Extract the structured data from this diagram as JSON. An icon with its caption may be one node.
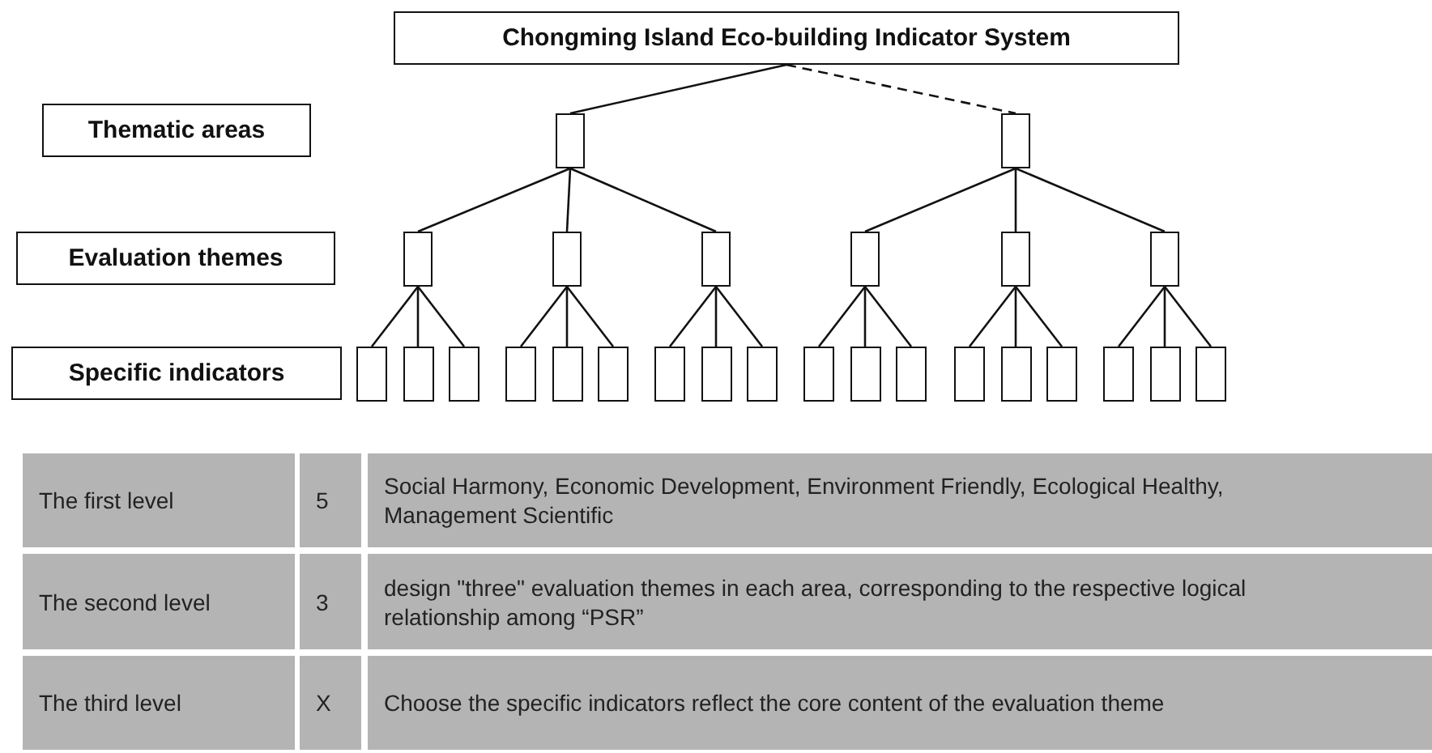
{
  "diagram": {
    "nodes": [
      {
        "text": [
          "Chongming Island Eco-building Indicator System"
        ]
      },
      {
        "text": [
          "Thematic areas"
        ]
      },
      {
        "text": [],
        "shape": "box"
      },
      {
        "text": [],
        "shape": "box"
      },
      {
        "text": [
          "Evaluation themes"
        ]
      },
      {
        "text": [],
        "shape": "box"
      },
      {
        "text": [],
        "shape": "box"
      },
      {
        "text": [],
        "shape": "box"
      },
      {
        "text": [],
        "shape": "box"
      },
      {
        "text": [],
        "shape": "box"
      },
      {
        "text": [],
        "shape": "box"
      },
      {
        "text": [
          "Specific indicators"
        ]
      },
      {
        "text": [],
        "shape": "box"
      },
      {
        "text": [],
        "shape": "box"
      },
      {
        "text": [],
        "shape": "box"
      },
      {
        "text": [],
        "shape": "box"
      },
      {
        "text": [],
        "shape": "box"
      },
      {
        "text": [],
        "shape": "box"
      },
      {
        "text": [],
        "shape": "box"
      },
      {
        "text": [],
        "shape": "box"
      },
      {
        "text": [],
        "shape": "box"
      },
      {
        "text": [],
        "shape": "box"
      },
      {
        "text": [],
        "shape": "box"
      },
      {
        "text": [],
        "shape": "box"
      },
      {
        "text": [],
        "shape": "box"
      },
      {
        "text": [],
        "shape": "box"
      },
      {
        "text": [],
        "shape": "box"
      },
      {
        "text": [],
        "shape": "box"
      },
      {
        "text": [],
        "shape": "box"
      },
      {
        "text": [],
        "shape": "box"
      }
    ],
    "edges": [
      {
        "from": 0,
        "to": 2,
        "arrow": "none"
      },
      {
        "from": 0,
        "to": 3,
        "arrow": "none",
        "style": "dashed"
      },
      {
        "from": 2,
        "to": 5,
        "arrow": "none"
      },
      {
        "from": 2,
        "to": 6,
        "arrow": "none"
      },
      {
        "from": 2,
        "to": 7,
        "arrow": "none"
      },
      {
        "from": 3,
        "to": 8,
        "arrow": "none"
      },
      {
        "from": 3,
        "to": 9,
        "arrow": "none"
      },
      {
        "from": 3,
        "to": 10,
        "arrow": "none"
      },
      {
        "from": 5,
        "to": 12,
        "arrow": "none"
      },
      {
        "from": 5,
        "to": 13,
        "arrow": "none"
      },
      {
        "from": 5,
        "to": 14,
        "arrow": "none"
      },
      {
        "from": 6,
        "to": 15,
        "arrow": "none"
      },
      {
        "from": 6,
        "to": 16,
        "arrow": "none"
      },
      {
        "from": 6,
        "to": 17,
        "arrow": "none"
      },
      {
        "from": 7,
        "to": 18,
        "arrow": "none"
      },
      {
        "from": 7,
        "to": 19,
        "arrow": "none"
      },
      {
        "from": 7,
        "to": 20,
        "arrow": "none"
      },
      {
        "from": 8,
        "to": 21,
        "arrow": "none"
      },
      {
        "from": 8,
        "to": 22,
        "arrow": "none"
      },
      {
        "from": 8,
        "to": 23,
        "arrow": "none"
      },
      {
        "from": 9,
        "to": 24,
        "arrow": "none"
      },
      {
        "from": 9,
        "to": 25,
        "arrow": "none"
      },
      {
        "from": 9,
        "to": 26,
        "arrow": "none"
      },
      {
        "from": 10,
        "to": 27,
        "arrow": "none"
      },
      {
        "from": 10,
        "to": 28,
        "arrow": "none"
      },
      {
        "from": 10,
        "to": 29,
        "arrow": "none"
      }
    ],
    "labels": [
      "The first level",
      "5",
      "Social Harmony, Economic Development, Environment Friendly, Ecological Healthy, Management Scientific",
      "The second level",
      "3",
      "design \"three\" evaluation themes in each area, corresponding to the respective logical relationship among “PSR”",
      "The third level",
      "X",
      "Choose the specific indicators reflect the core content of the evaluation theme"
    ]
  }
}
